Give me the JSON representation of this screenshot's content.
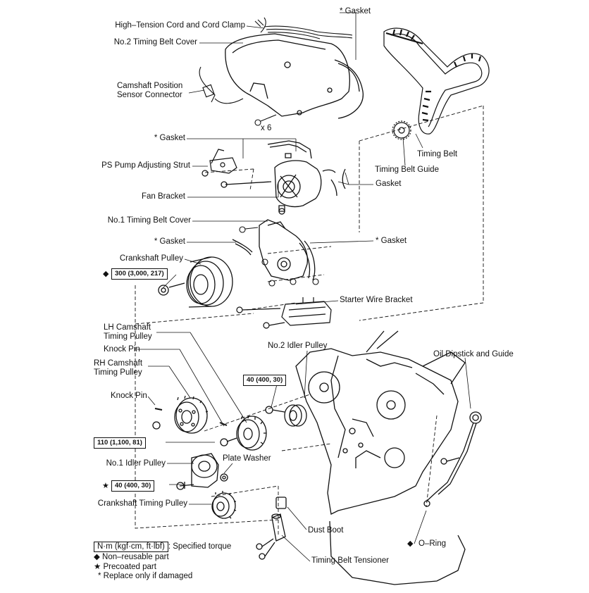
{
  "labels": {
    "gasket_top": "* Gasket",
    "high_tension": "High–Tension Cord and Cord Clamp",
    "no2_cover": "No.2 Timing Belt Cover",
    "cam_sensor_1": "Camshaft Position",
    "cam_sensor_2": "Sensor Connector",
    "x6": "x 6",
    "gasket_mid": "* Gasket",
    "ps_pump": "PS Pump Adjusting Strut",
    "fan_bracket": "Fan Bracket",
    "gasket_right": "Gasket",
    "timing_belt": "Timing Belt",
    "belt_guide": "Timing Belt Guide",
    "no1_cover": "No.1 Timing Belt Cover",
    "gasket_left": "* Gasket",
    "gasket_right2": "* Gasket",
    "crank_pulley": "Crankshaft Pulley",
    "starter_bracket": "Starter Wire Bracket",
    "lh_cam_1": "LH Camshaft",
    "lh_cam_2": "Timing Pulley",
    "no2_idler": "No.2 Idler Pulley",
    "knock_pin_1": "Knock Pin",
    "rh_cam_1": "RH Camshaft",
    "rh_cam_2": "Timing Pulley",
    "oil_dipstick": "Oil Dipstick and Guide",
    "knock_pin_2": "Knock Pin",
    "no1_idler": "No.1 Idler Pulley",
    "plate_washer": "Plate Washer",
    "crank_timing": "Crankshaft Timing Pulley",
    "dust_boot": "Dust Boot",
    "o_ring": "O–Ring",
    "tensioner": "Timing Belt Tensioner"
  },
  "torques": {
    "crank_bolt": "300 (3,000, 217)",
    "idler2": "40 (400, 30)",
    "cam_bolt": "110 (1,100, 81)",
    "idler1": "40 (400, 30)"
  },
  "marks": {
    "diamond": "◆",
    "star": "★"
  },
  "legend": {
    "unit": "N·m (kgf·cm, ft·lbf)",
    "unit_desc": ": Specified torque",
    "non_reusable": "◆ Non–reusable part",
    "precoated": "★ Precoated part",
    "replace": "* Replace only if damaged"
  }
}
